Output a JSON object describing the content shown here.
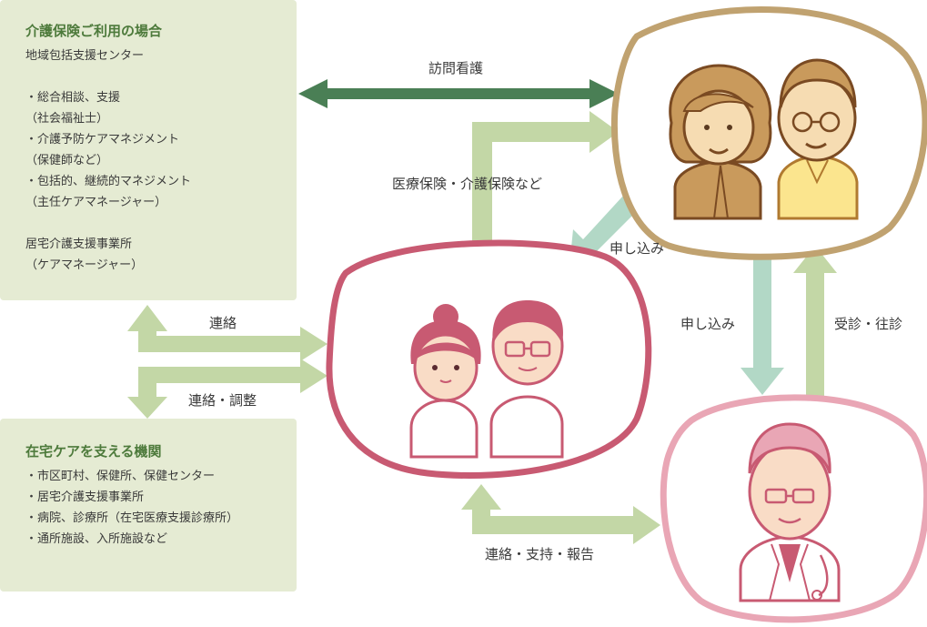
{
  "panels": {
    "top": {
      "title": "介護保険ご利用の場合",
      "lines": [
        "地域包括支援センター",
        "",
        "・総合相談、支援",
        "（社会福祉士）",
        "・介護予防ケアマネジメント",
        "（保健師など）",
        "・包括的、継続的マネジメント",
        "（主任ケアマネージャー）",
        "",
        "居宅介護支援事業所",
        "（ケアマネージャー）"
      ]
    },
    "bottom": {
      "title": "在宅ケアを支える機関",
      "lines": [
        "・市区町村、保健所、保健センター",
        "・居宅介護支援事業所",
        "・病院、診療所（在宅医療支援診療所）",
        "・通所施設、入所施設など"
      ]
    }
  },
  "labels": {
    "home_nursing": "訪問看護",
    "insurance": "医療保険・介護保険など",
    "apply_patient_to_nurse": "申し込み",
    "apply_patient_to_doctor": "申し込み",
    "consult_visit": "受診・往診",
    "contact": "連絡",
    "contact_adjust": "連絡・調整",
    "contact_support_report": "連絡・支持・報告"
  },
  "colors": {
    "panel_bg": "#e5ebd3",
    "panel_title": "#4d7a3b",
    "arrow_light_green": "#c3d7a6",
    "arrow_dark_green": "#4a7f55",
    "arrow_teal": "#b2d8c6",
    "circle_patients": "#c0a270",
    "circle_nurses": "#c85a72",
    "circle_doctor": "#e9a6b5"
  },
  "icons": {
    "patients": "elderly-couple-icon",
    "nurses": "nurse-pair-icon",
    "doctor": "doctor-icon"
  }
}
